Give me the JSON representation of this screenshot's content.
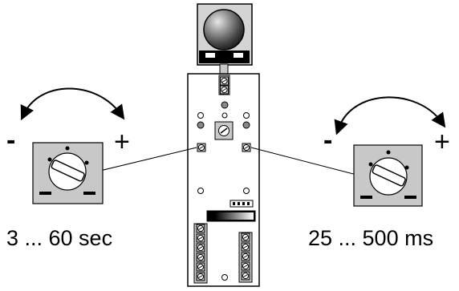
{
  "left_dial": {
    "range_label": "3 ... 60 sec",
    "minus_sign": "-",
    "plus_sign": "+",
    "control": "rotary-potentiometer"
  },
  "right_dial": {
    "range_label": "25 ... 500 ms",
    "minus_sign": "-",
    "plus_sign": "+",
    "control": "rotary-potentiometer"
  },
  "device": {
    "lamp": "sphere-lamp",
    "colors": {
      "body": "#ffffff",
      "panel": "#c8c8c8",
      "outline": "#000000"
    }
  }
}
